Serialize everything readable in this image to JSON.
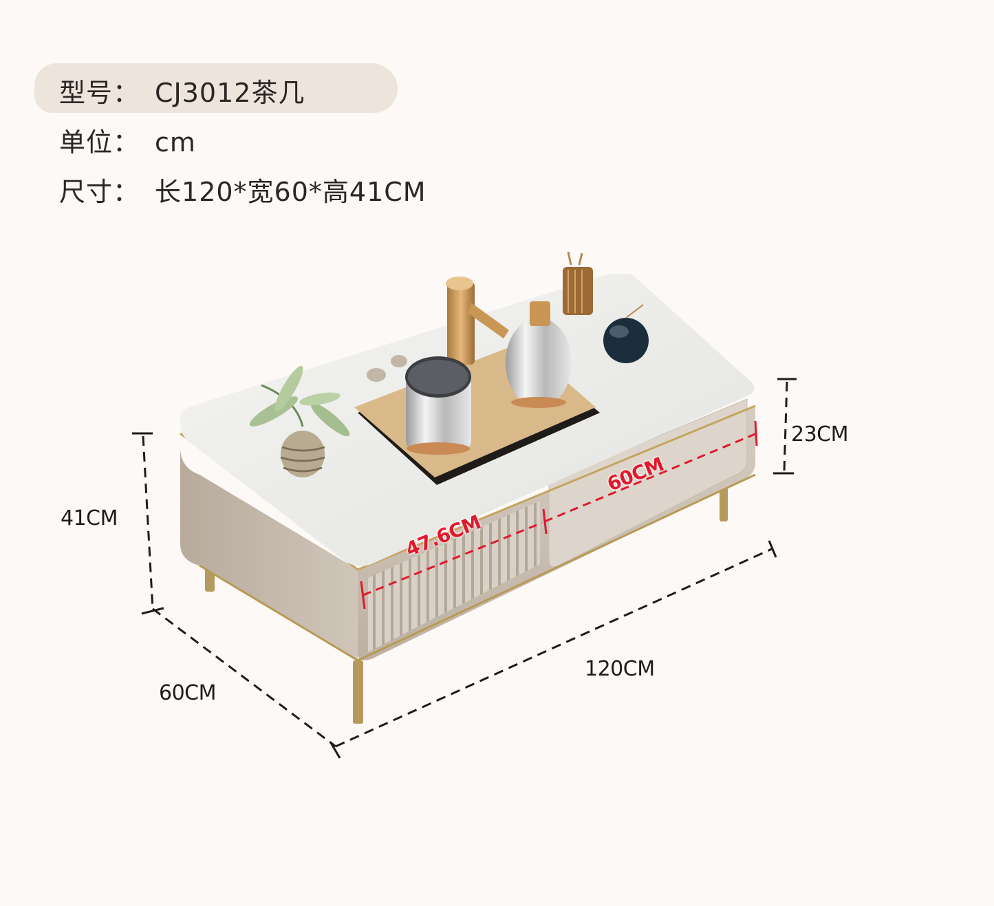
{
  "specs": {
    "model": {
      "label": "型号：",
      "value": "CJ3012茶几"
    },
    "unit": {
      "label": "单位：",
      "value": "cm"
    },
    "size": {
      "label": "尺寸：",
      "value": "长120*宽60*高41CM"
    }
  },
  "dimensions": {
    "height_total": "41CM",
    "depth": "60CM",
    "length": "120CM",
    "drawer_height": "23CM",
    "left_section": "47.6CM",
    "right_section": "60CM"
  },
  "colors": {
    "background": "#fcf9f6",
    "highlight": "#ece3da",
    "tabletop": "#eeeeec",
    "cabinet": "#cbc0b3",
    "gold_trim": "#b89a55",
    "annotation_red": "#e0192d",
    "annotation_black": "#1e1b19"
  },
  "product_items": [
    "tea-kettle",
    "water-faucet",
    "tea-pot",
    "potted-plant",
    "tea-cups",
    "decorative-ball",
    "utensil-holder"
  ]
}
